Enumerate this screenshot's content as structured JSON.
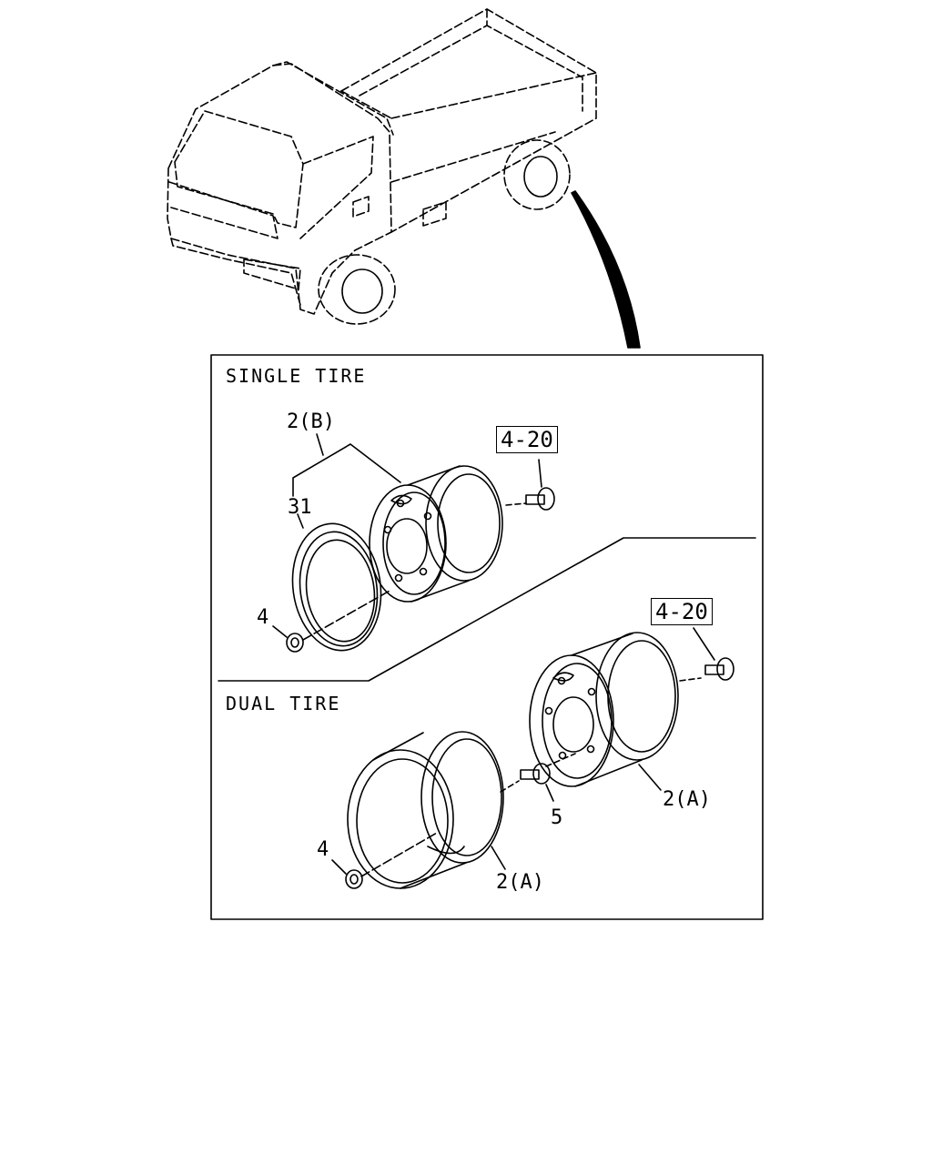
{
  "sections": {
    "single": "SINGLE TIRE",
    "dual": "DUAL TIRE"
  },
  "callouts": {
    "ref_single": "4-20",
    "ref_dual": "4-20",
    "wheel_single": "2(B)",
    "ring": "31",
    "nut_single": "4",
    "wheel_dual_inner": "2(A)",
    "wheel_dual_outer": "2(A)",
    "stud": "5",
    "nut_dual": "4"
  }
}
